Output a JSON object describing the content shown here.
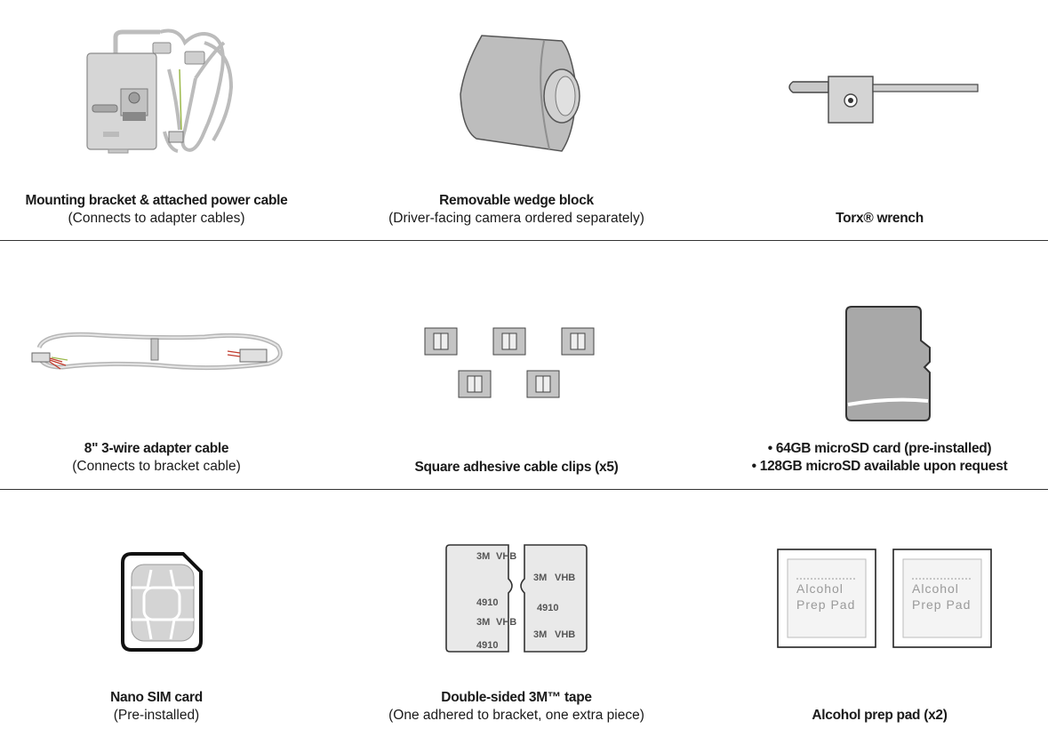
{
  "items": [
    {
      "title": "Mounting bracket & attached power cable",
      "subtitle": "(Connects to adapter cables)"
    },
    {
      "title": "Removable wedge block",
      "subtitle": "(Driver-facing camera ordered separately)"
    },
    {
      "title": "Torx® wrench",
      "subtitle": ""
    },
    {
      "title": "8\" 3-wire adapter cable",
      "subtitle": "(Connects to bracket cable)"
    },
    {
      "title": "Square adhesive cable clips (x5)",
      "subtitle": ""
    },
    {
      "title": "• 64GB microSD card (pre-installed)",
      "subtitle": "• 128GB microSD available upon request"
    },
    {
      "title": "Nano SIM card",
      "subtitle": "(Pre-installed)"
    },
    {
      "title": "Double-sided 3M™ tape",
      "subtitle": "(One adhered to bracket, one extra piece)"
    },
    {
      "title": "Alcohol prep pad (x2)",
      "subtitle": ""
    }
  ],
  "tape_marks": {
    "brand": "3M",
    "product": "VHB",
    "code": "4910"
  },
  "prep_pad_label": {
    "line1": "Alcohol",
    "line2": "Prep Pad"
  }
}
